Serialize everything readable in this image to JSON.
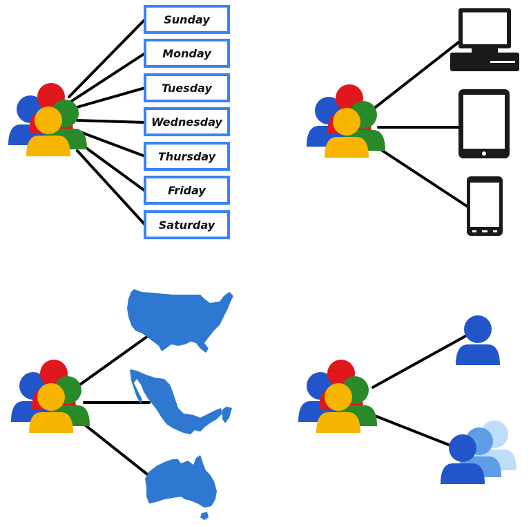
{
  "colors": {
    "line": "#000000",
    "box_border": "#3b82f6",
    "device": "#1a1a1a",
    "map": "#2f78d1",
    "person_blue": "#2255c9",
    "person_red": "#e0171c",
    "person_green": "#2a8a2a",
    "person_yellow": "#f7b500",
    "person_light_blue": "#9cc8f5"
  },
  "days": [
    "Sunday",
    "Monday",
    "Tuesday",
    "Wednesday",
    "Thursday",
    "Friday",
    "Saturday"
  ],
  "groups": [
    {
      "name": "days-group",
      "target_kind": "day-boxes"
    },
    {
      "name": "devices-group",
      "targets": [
        "desktop-computer-icon",
        "tablet-icon",
        "smartphone-icon"
      ]
    },
    {
      "name": "countries-group",
      "targets": [
        "usa-map-icon",
        "mexico-map-icon",
        "australia-map-icon"
      ]
    },
    {
      "name": "people-group",
      "targets": [
        "single-person-icon",
        "multiple-people-icon"
      ]
    }
  ]
}
